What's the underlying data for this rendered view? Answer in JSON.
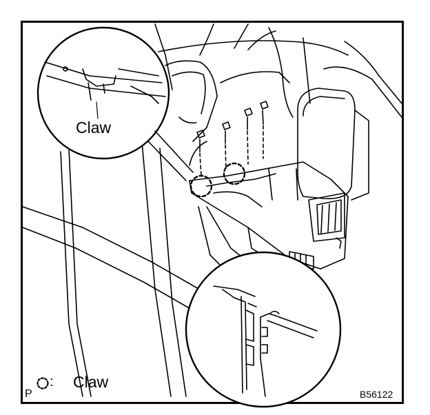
{
  "illustration": {
    "callout_label": "Claw",
    "legend": {
      "letter": "P",
      "separator": ":",
      "label": "Claw"
    },
    "figure_id": "B56122"
  },
  "colors": {
    "line": "#000000",
    "background": "#ffffff"
  },
  "icons": {
    "legend_marker": "dashed-circle-icon"
  }
}
